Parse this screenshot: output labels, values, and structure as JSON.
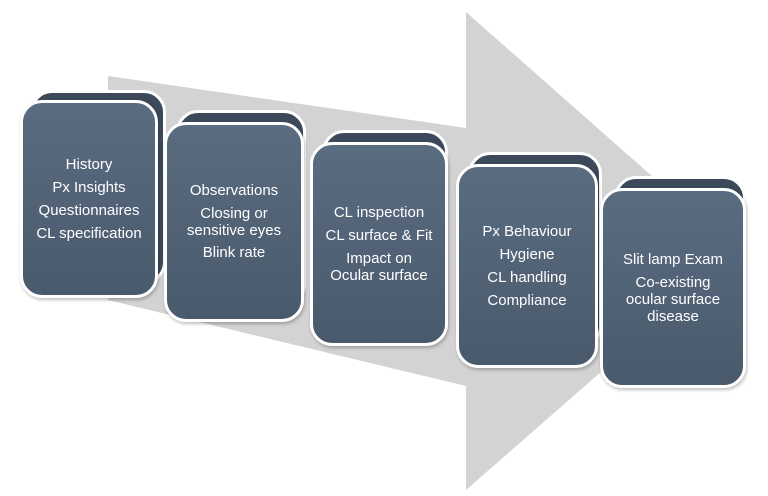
{
  "diagram": {
    "colors": {
      "arrow": "#d3d3d3",
      "box_fill": "#516276",
      "box_back": "#3b495a",
      "box_border": "#ffffff",
      "text": "#ffffff"
    },
    "steps": [
      {
        "lines": [
          "History",
          "Px Insights",
          "Questionnaires",
          "CL specification"
        ]
      },
      {
        "lines": [
          "Observations",
          "Closing or sensitive eyes",
          "Blink rate"
        ]
      },
      {
        "lines": [
          "CL inspection",
          "CL surface & Fit",
          "Impact on Ocular surface"
        ]
      },
      {
        "lines": [
          "Px Behaviour",
          "Hygiene",
          "CL handling",
          "Compliance"
        ]
      },
      {
        "lines": [
          "Slit lamp Exam",
          "Co-existing ocular surface disease"
        ]
      }
    ]
  }
}
